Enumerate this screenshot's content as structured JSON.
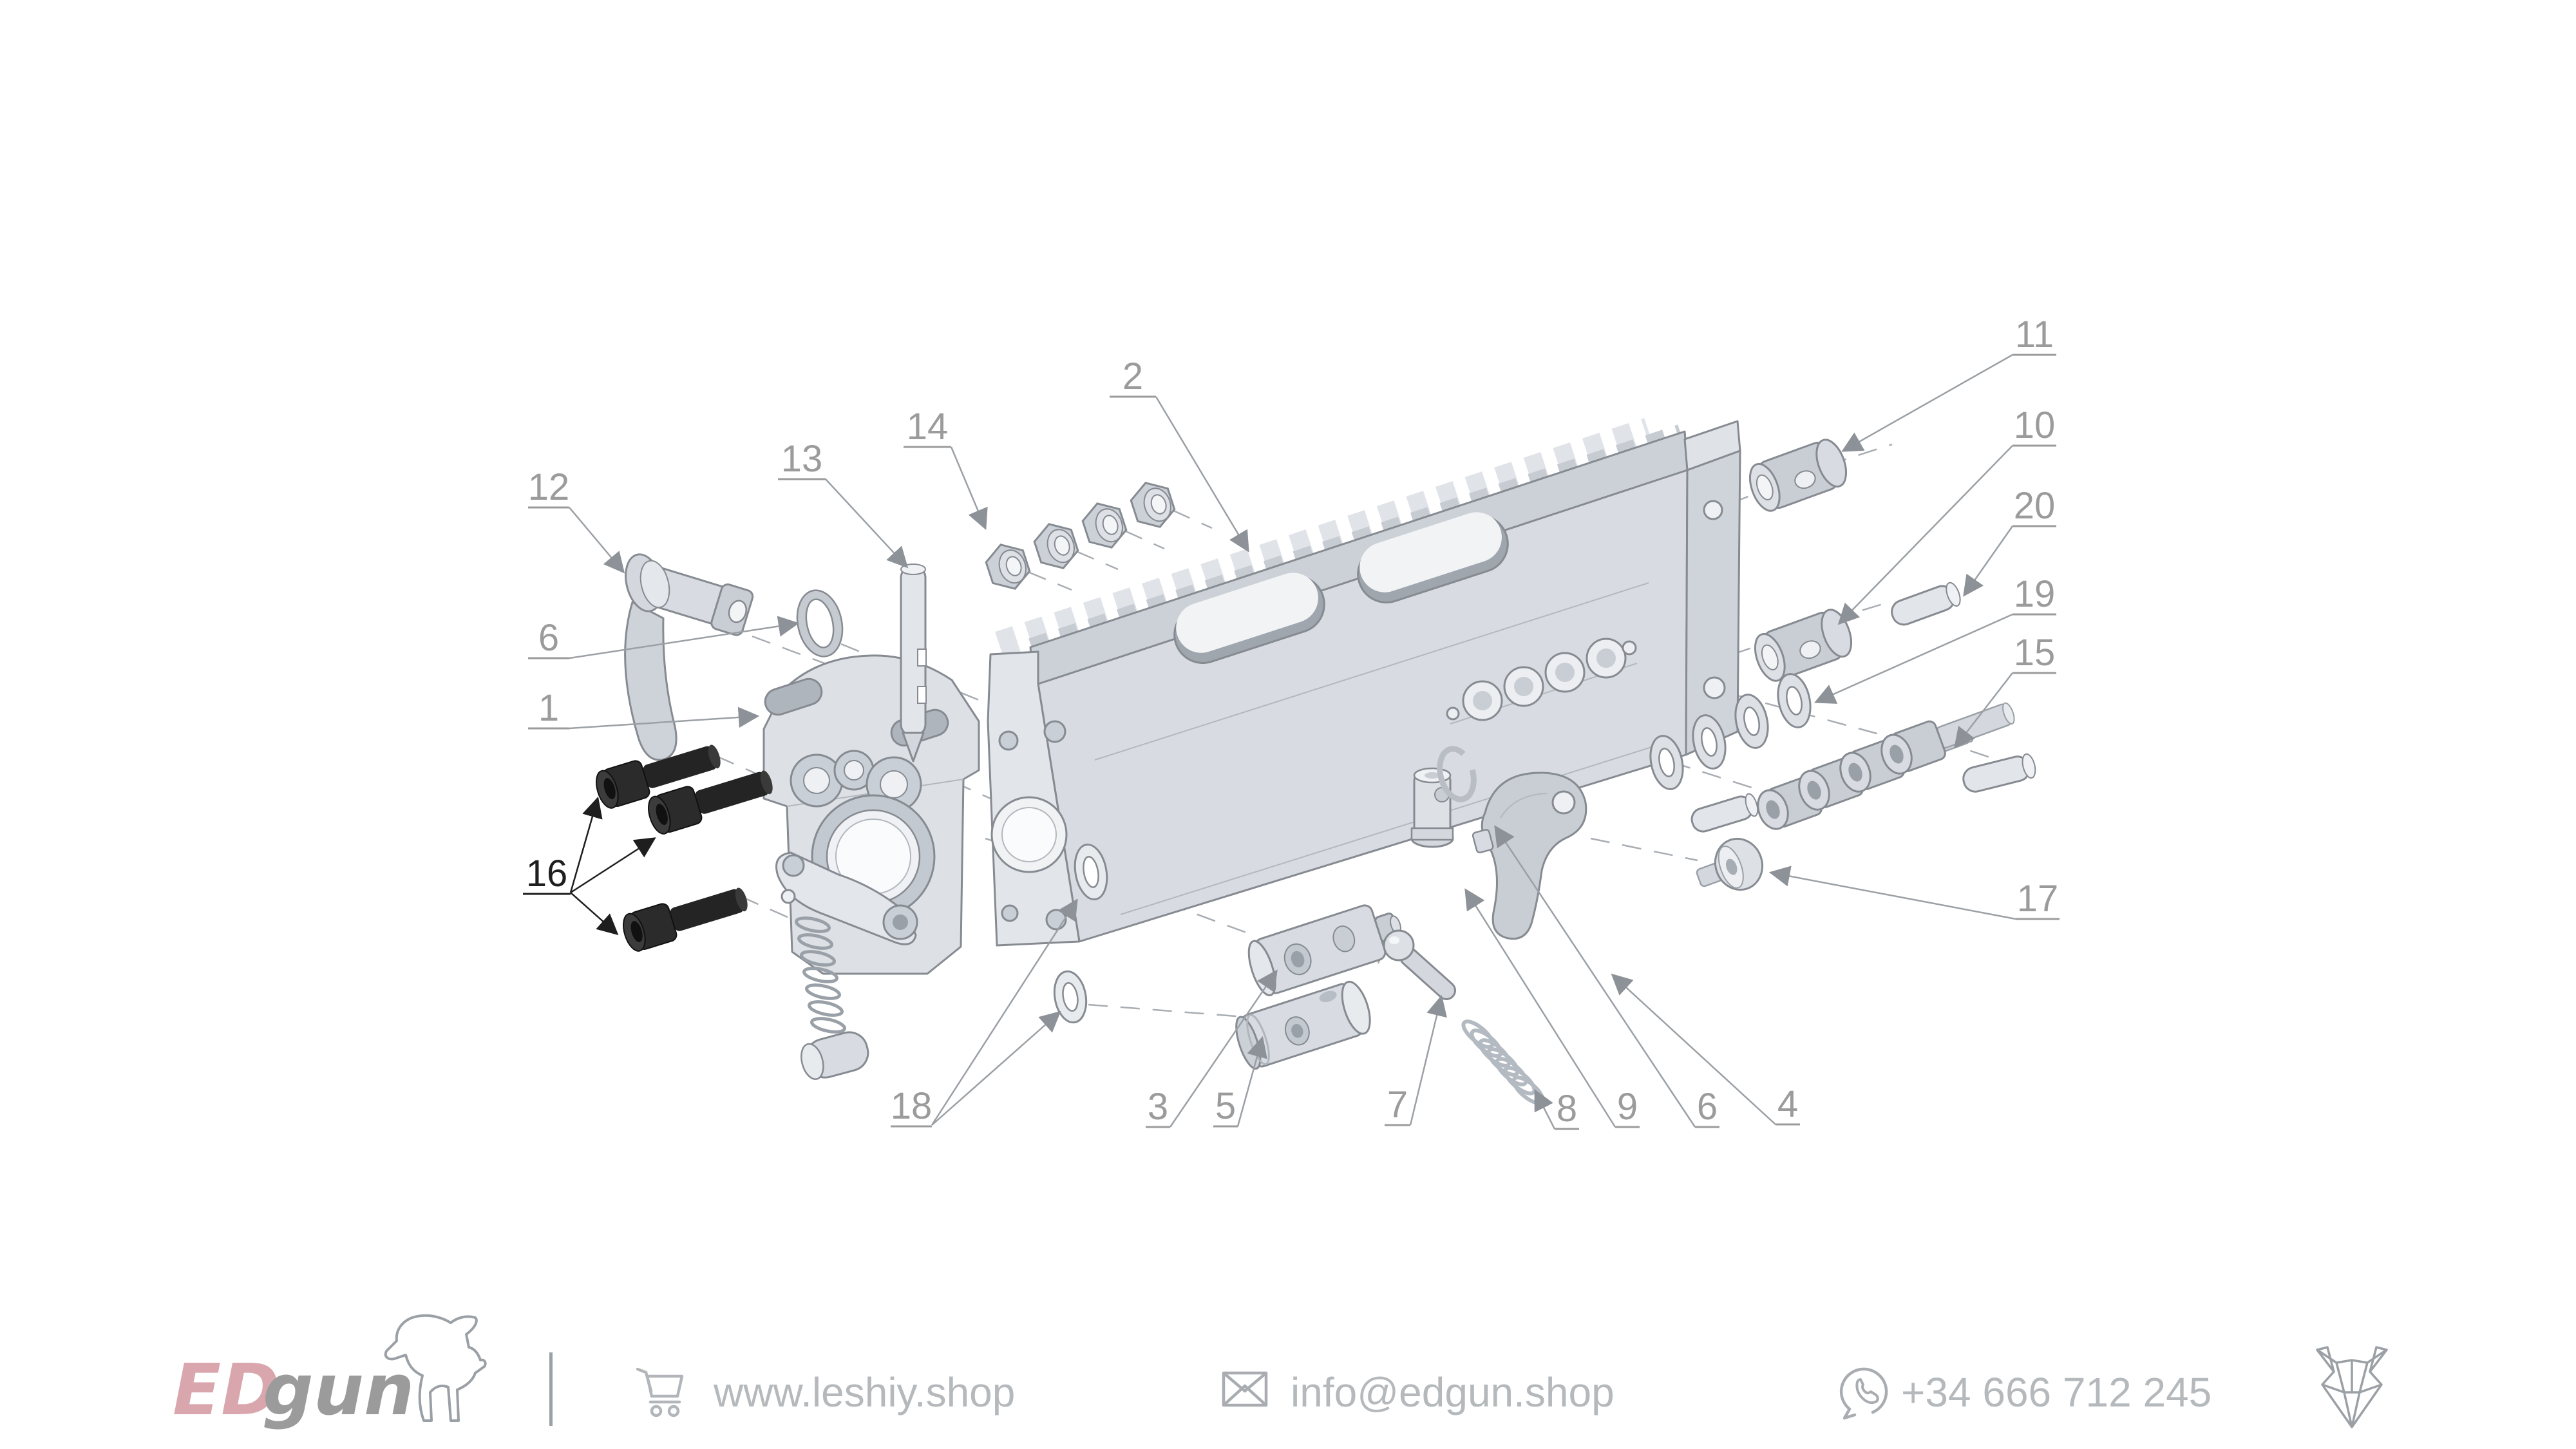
{
  "diagram": {
    "callouts": [
      {
        "id": "1",
        "text": "1"
      },
      {
        "id": "2",
        "text": "2"
      },
      {
        "id": "3",
        "text": "3"
      },
      {
        "id": "4",
        "text": "4"
      },
      {
        "id": "5",
        "text": "5"
      },
      {
        "id": "6-left",
        "text": "6"
      },
      {
        "id": "6-bottom",
        "text": "6"
      },
      {
        "id": "7",
        "text": "7"
      },
      {
        "id": "8",
        "text": "8"
      },
      {
        "id": "9",
        "text": "9"
      },
      {
        "id": "10",
        "text": "10"
      },
      {
        "id": "11",
        "text": "11"
      },
      {
        "id": "12",
        "text": "12"
      },
      {
        "id": "13",
        "text": "13"
      },
      {
        "id": "14",
        "text": "14"
      },
      {
        "id": "15",
        "text": "15"
      },
      {
        "id": "16",
        "text": "16"
      },
      {
        "id": "17",
        "text": "17"
      },
      {
        "id": "18",
        "text": "18"
      },
      {
        "id": "19",
        "text": "19"
      },
      {
        "id": "20",
        "text": "20"
      }
    ]
  },
  "footer": {
    "brand_ed": "ED",
    "brand_gun": "gun",
    "website": "www.leshiy.shop",
    "email": "info@edgun.shop",
    "phone": "+34 666 712 245"
  },
  "colors": {
    "part_fill": "#d8dce2",
    "part_fill_dark": "#c9ced5",
    "part_stroke": "#868a91",
    "callout_gray": "#9b9b9b",
    "callout_black": "#1e1e1e",
    "logo_pink": "#d9a6ad",
    "footer_text": "#b5b9bc",
    "footer_icon": "#a9adb1"
  }
}
